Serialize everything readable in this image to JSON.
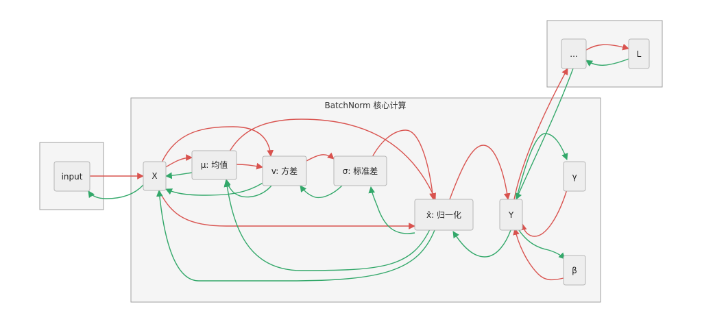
{
  "colors": {
    "forward": "#d9534f",
    "backward": "#33a86a",
    "node_fill": "#eeeeee",
    "cluster_fill": "#f5f5f5"
  },
  "clusters": {
    "input_group": {
      "title": ""
    },
    "batchnorm": {
      "title": "BatchNorm 核心计算"
    },
    "loss_group": {
      "title": ""
    }
  },
  "nodes": {
    "input": "input",
    "x": "X",
    "mu": "μ: 均值",
    "var": "v: 方差",
    "sigma": "σ: 标准差",
    "xhat": "x̂: 归一化",
    "y": "Y",
    "gamma": "γ",
    "beta": "β",
    "dots": "...",
    "loss": "L"
  }
}
